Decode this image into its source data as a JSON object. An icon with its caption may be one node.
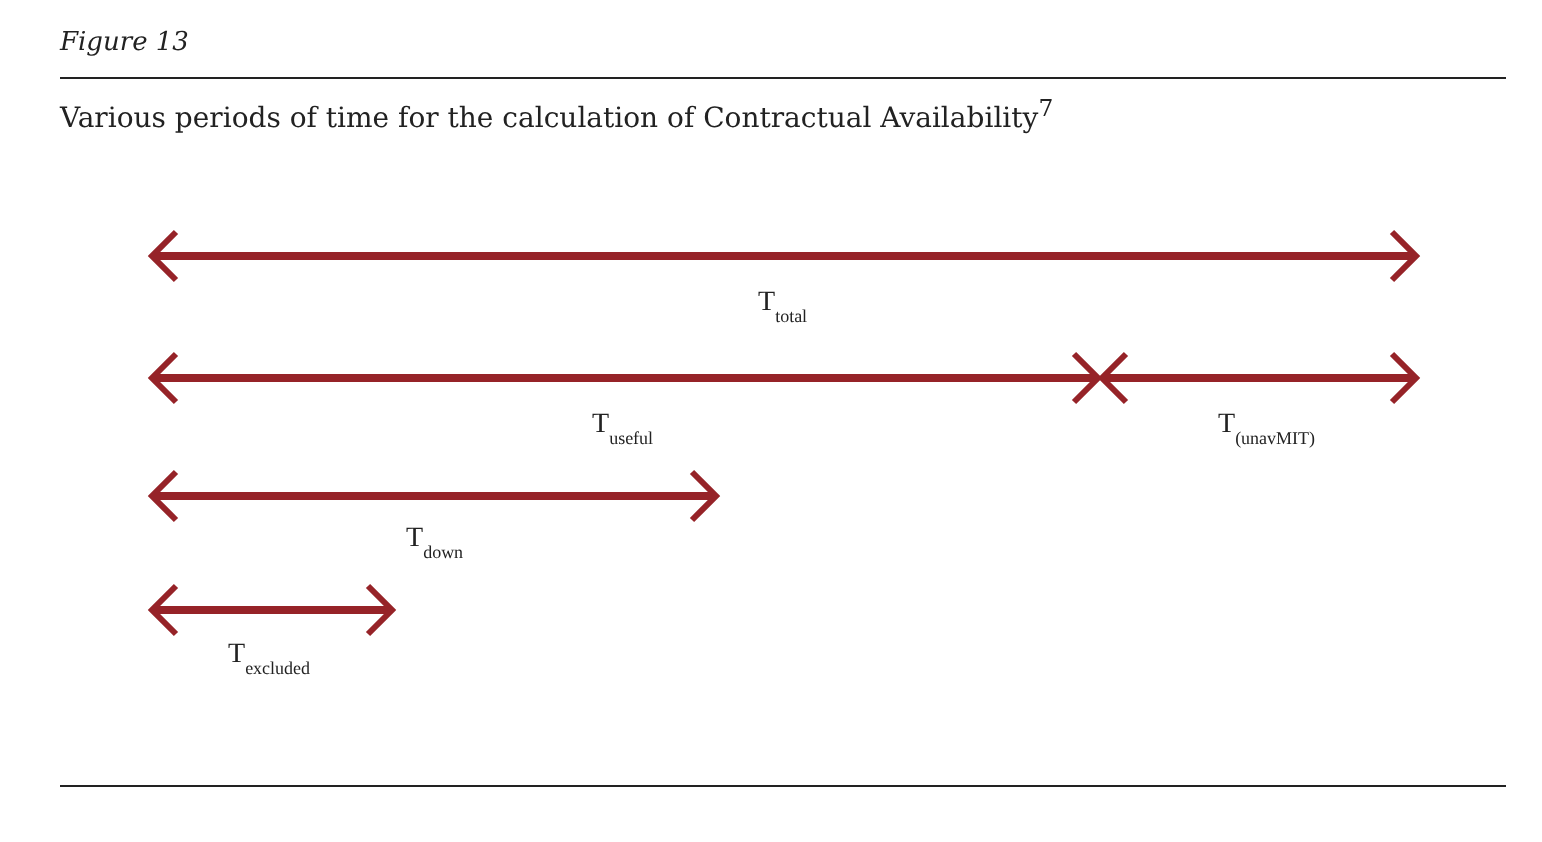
{
  "diagram": {
    "title": "Various periods of time for the calculation of Contractual Availability$^{7}$",
    "labels": [
      "Figure 13",
      "T$_{total}$",
      "T$_{useful}$",
      "T$_{(unavMIT)}$",
      "T$_{down}$",
      "T$_{excluded}$"
    ]
  }
}
